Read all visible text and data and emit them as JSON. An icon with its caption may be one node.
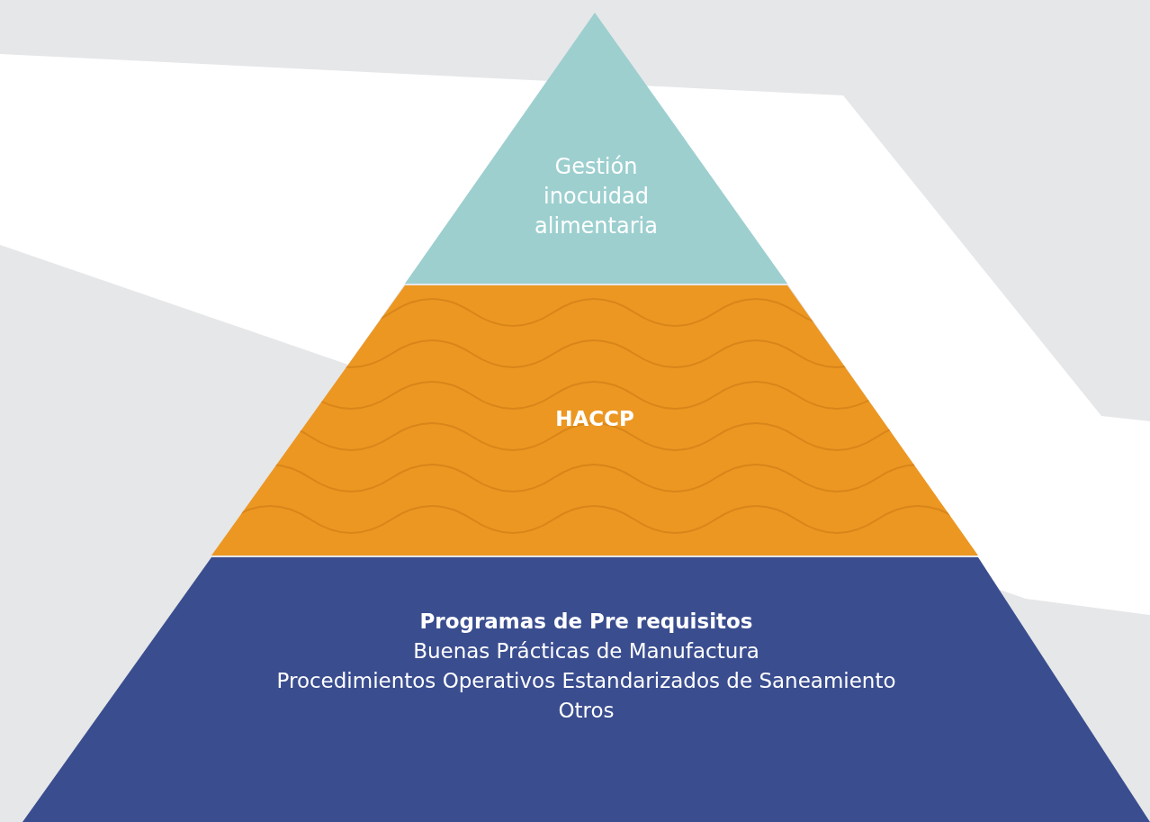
{
  "diagram": {
    "nodes": [
      {
        "text": [
          "Gestión inocuidad alimentaria"
        ]
      },
      {
        "text": [
          "HACCP"
        ]
      },
      {
        "text": [
          "Programas de Pre requisitos",
          "Buenas Prácticas de Manufactura",
          "Procedimientos Operativos Estandarizados de Saneamiento",
          "Otros"
        ]
      }
    ]
  }
}
